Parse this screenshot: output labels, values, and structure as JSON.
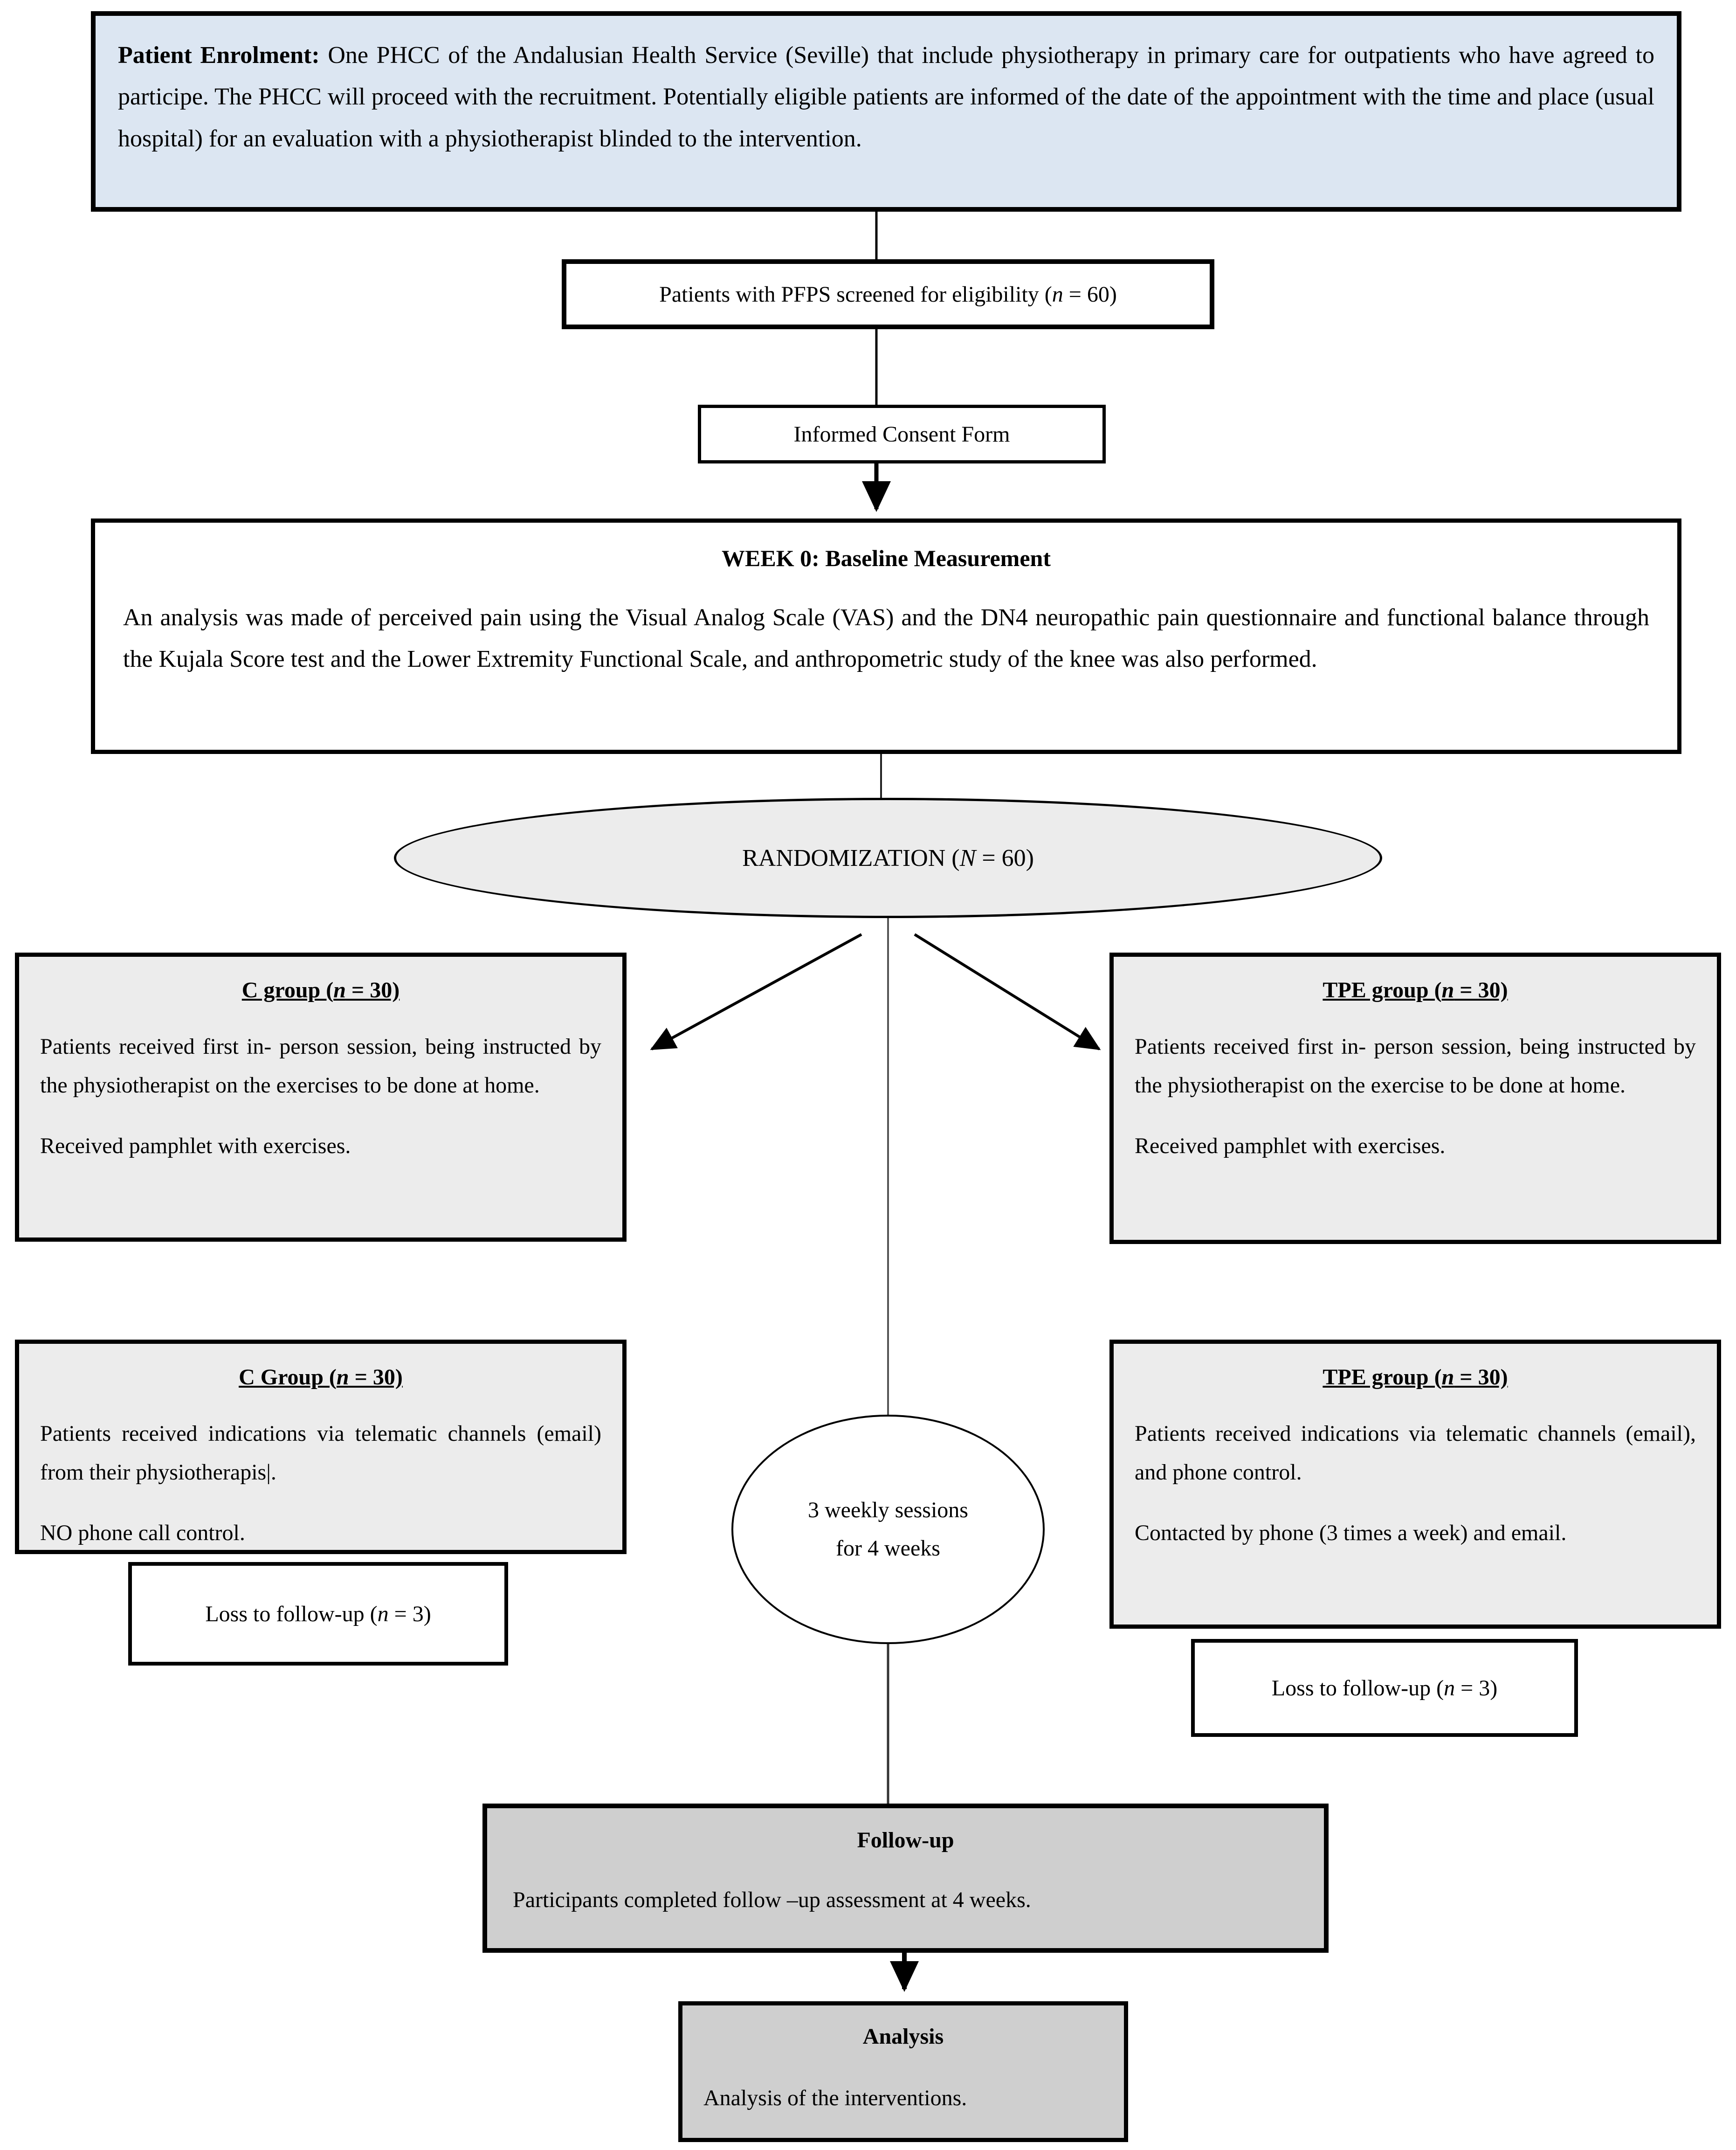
{
  "colors": {
    "enrolment_bg": "#dce6f2",
    "group_bg": "#ececec",
    "stage_bg": "#cfcfcf",
    "line": "#000000"
  },
  "enrolment": {
    "lead": "Patient Enrolment:",
    "body": " One PHCC of the Andalusian Health Service (Seville) that include physiotherapy in primary care for outpatients who have agreed to participe. The PHCC will proceed with the recruitment. Potentially eligible patients are informed of the date of the appointment with the time and place (usual hospital) for an evaluation with a physiotherapist blinded to the intervention."
  },
  "screening": {
    "pre": "Patients with PFPS screened for eligibility (",
    "n": "n",
    "post": " = 60)"
  },
  "consent": {
    "label": "Informed Consent Form"
  },
  "week0": {
    "title": "WEEK 0: Baseline Measurement",
    "body": "An analysis was made of perceived pain using the Visual Analog Scale (VAS) and the DN4 neuropathic pain questionnaire and functional balance through the Kujala Score test and the Lower Extremity Functional Scale, and anthropometric study of the knee was also performed."
  },
  "randomization": {
    "pre": "RANDOMIZATION (",
    "n": "N",
    "post": " = 60)"
  },
  "c_group_1": {
    "title_pre": "C group (",
    "title_n": "n",
    "title_post": " = 30)",
    "p1": "Patients received first in- person session, being instructed by the physiotherapist on the exercises to be done at home.",
    "p2": "Received pamphlet with exercises."
  },
  "tpe_group_1": {
    "title_pre": "TPE group (",
    "title_n": "n",
    "title_post": " = 30)",
    "p1": "Patients received first in- person session, being instructed by the physiotherapist on the exercise to be done at home.",
    "p2": "Received pamphlet with exercises."
  },
  "c_group_2": {
    "title_pre": "C Group (",
    "title_n": "n",
    "title_post": " = 30)",
    "p1": "Patients received indications via telematic channels (email) from their physiotherapis|.",
    "p2": "NO phone call control."
  },
  "tpe_group_2": {
    "title_pre": "TPE group (",
    "title_n": "n",
    "title_post": " = 30)",
    "p1": "Patients received indications via telematic channels (email), and phone control.",
    "p2": "Contacted by phone (3 times a week) and email."
  },
  "sessions_note": {
    "label": "3 weekly sessions for 4 weeks"
  },
  "loss_left": {
    "pre": "Loss to follow-up (",
    "n": "n",
    "post": " = 3)"
  },
  "loss_right": {
    "pre": "Loss to follow-up (",
    "n": "n",
    "post": " = 3)"
  },
  "followup": {
    "title": "Follow-up",
    "body": "Participants completed follow –up assessment at 4 weeks."
  },
  "analysis": {
    "title": "Analysis",
    "body": "Analysis of the interventions."
  }
}
